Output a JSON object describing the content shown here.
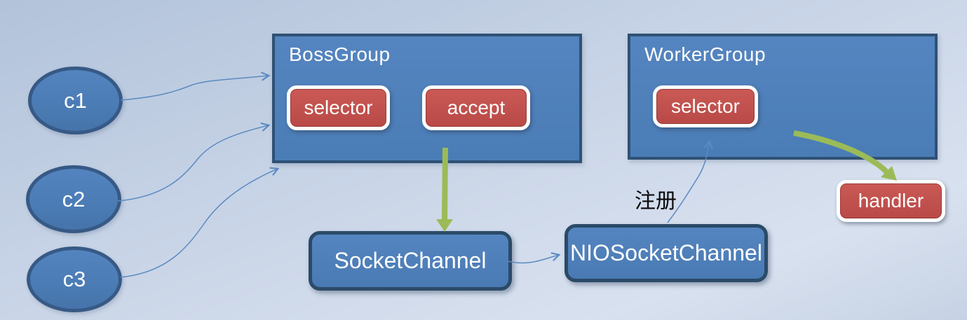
{
  "diagram": {
    "clients": [
      {
        "label": "c1"
      },
      {
        "label": "c2"
      },
      {
        "label": "c3"
      }
    ],
    "boss_group": {
      "title": "BossGroup",
      "selector_label": "selector",
      "accept_label": "accept"
    },
    "worker_group": {
      "title": "WorkerGroup",
      "selector_label": "selector"
    },
    "handler_label": "handler",
    "socket_channel_label": "SocketChannel",
    "nio_socket_channel_label": "NIOSocketChannel",
    "register_label": "注册",
    "colors": {
      "node_blue_fill": "#4f81bd",
      "node_blue_border": "#365a85",
      "group_border": "#2f5173",
      "red_box_fill": "#c0504d",
      "red_box_border": "#ffffff",
      "green_arrow": "#9bbb59",
      "connector_blue": "#5b8ac0",
      "label_text": "#ffffff",
      "register_text": "#0a0a0a"
    }
  }
}
